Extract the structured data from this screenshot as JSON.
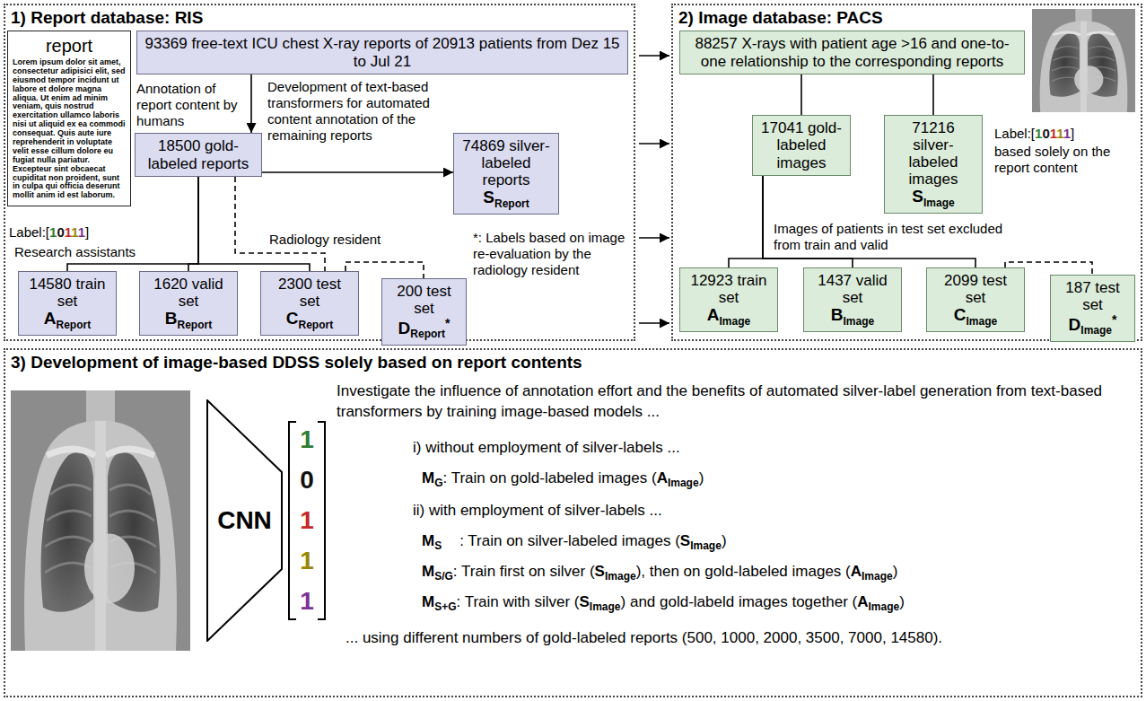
{
  "diagram": {
    "nodes": [
      {
        "text": [
          "1) Report database: RIS"
        ]
      },
      {
        "text": [
          "report",
          "Lorem ipsum dolor sit amet, consectetur adipisici elit, sed eiusmod tempor incidunt ut labore et dolore magna aliqua. Ut enim ad minim veniam, quis nostrud exercitation ullamco laboris nisi ut aliquid ex ea commodi consequat. Quis aute iure reprehenderit in voluptate velit esse cillum dolore eu fugiat nulla pariatur. Excepteur sint obcaecat cupiditat non proident, sunt in culpa qui officia deserunt mollit anim id est laborum."
        ],
        "in": 0
      },
      {
        "text": [
          "93369 free-text ICU chest X-ray reports of 20913 patients from Dez 15 to Jul 21"
        ],
        "in": 0
      },
      {
        "text": [
          "18500 gold-labeled reports"
        ],
        "in": 0
      },
      {
        "text": [
          "74869 silver-labeled reports",
          "S",
          "Report"
        ],
        "in": 0
      },
      {
        "text": [
          "14580 train set",
          "A",
          "Report"
        ],
        "in": 0
      },
      {
        "text": [
          "1620 valid set",
          "B",
          "Report"
        ],
        "in": 0
      },
      {
        "text": [
          "2300 test set",
          "C",
          "Report"
        ],
        "in": 0
      },
      {
        "text": [
          "200 test set",
          "D",
          "Report",
          "*"
        ],
        "in": 0
      },
      {
        "text": [
          "2) Image database: PACS"
        ]
      },
      {
        "text": [
          "88257 X-rays with patient age >16 and one-to-one relationship to the corresponding reports"
        ],
        "in": 9
      },
      {
        "text": [
          "17041 gold-labeled images"
        ],
        "in": 9
      },
      {
        "text": [
          "71216 silver-labeled images",
          "S",
          "Image"
        ],
        "in": 9
      },
      {
        "text": [
          "12923 train set",
          "A",
          "Image"
        ],
        "in": 9
      },
      {
        "text": [
          "1437 valid set",
          "B",
          "Image"
        ],
        "in": 9
      },
      {
        "text": [
          "2099 test set",
          "C",
          "Image"
        ],
        "in": 9
      },
      {
        "text": [
          "187 test set",
          "D",
          "Image",
          "*"
        ],
        "in": 9
      },
      {
        "text": [
          "3) Development of image-based DDSS solely based on report contents"
        ]
      },
      {
        "text": [
          "CNN"
        ],
        "in": 17
      }
    ],
    "edges": [
      {
        "from": 2,
        "to": 3,
        "arrow": "to",
        "label": "Annotation of report content by humans"
      },
      {
        "from": 3,
        "to": 4,
        "arrow": "to",
        "label": "Development of text-based transformers for automated content annotation of the remaining reports"
      },
      {
        "from": 3,
        "to": 5,
        "arrow": "none"
      },
      {
        "from": 3,
        "to": 6,
        "arrow": "none"
      },
      {
        "from": 3,
        "to": 7,
        "arrow": "none"
      },
      {
        "from": 3,
        "to": 7,
        "arrow": "none"
      },
      {
        "from": 7,
        "to": 8,
        "arrow": "none"
      },
      {
        "from": 0,
        "to": 9,
        "arrow": "to"
      },
      {
        "from": 0,
        "to": 9,
        "arrow": "to"
      },
      {
        "from": 0,
        "to": 9,
        "arrow": "to"
      },
      {
        "from": 0,
        "to": 9,
        "arrow": "to"
      },
      {
        "from": 10,
        "to": 11,
        "arrow": "none"
      },
      {
        "from": 10,
        "to": 12,
        "arrow": "none"
      },
      {
        "from": 11,
        "to": 13,
        "arrow": "none"
      },
      {
        "from": 11,
        "to": 14,
        "arrow": "none"
      },
      {
        "from": 11,
        "to": 15,
        "arrow": "none"
      },
      {
        "from": 15,
        "to": 16,
        "arrow": "none"
      }
    ],
    "labels": [
      "Label:[",
      "1",
      "0",
      "1",
      "1",
      "1",
      "]",
      "*: Labels based on image re-evaluation by the radiology resident",
      "Research assistants",
      "Radiology resident",
      "Label:[",
      "1",
      "0",
      "1",
      "1",
      "1",
      "]",
      "based solely on the report content",
      "Images of patients in test set excluded from train and valid",
      "1",
      "0",
      "1",
      "1",
      "1",
      "Investigate the influence of annotation effort and the benefits of automated silver-label generation from text-based transformers by training image-based models ...",
      "i) without employment of silver-labels ...",
      "M",
      "G",
      ": Train on gold-labeled images (",
      "A",
      "Image",
      ")",
      "ii) with employment of silver-labels ...",
      "M",
      "S",
      ": Train on silver-labeled images (",
      "S",
      "Image",
      ")",
      "M",
      "S/G",
      ": Train first on silver (",
      "S",
      "Image",
      "), then on gold-labeled images (",
      "A",
      "Image",
      ")",
      "M",
      "S+G",
      ": Train with silver (",
      "S",
      "Image",
      ") and gold-labeld images together (",
      "A",
      "Image",
      ")",
      "... using different numbers of gold-labeled reports (500, 1000, 2000, 3500, 7000, 14580)."
    ]
  }
}
